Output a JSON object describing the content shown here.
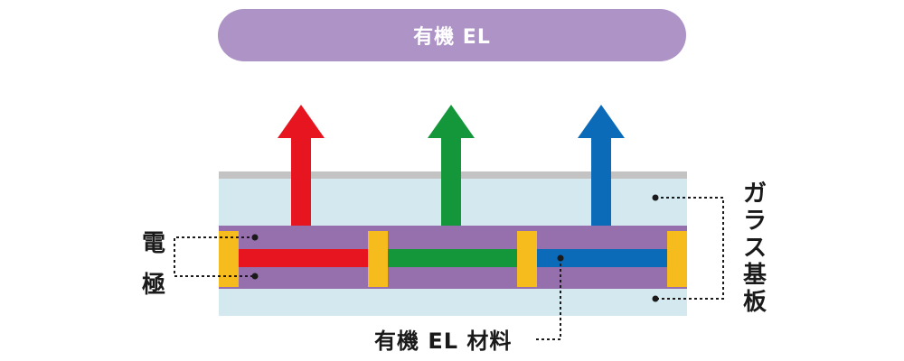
{
  "title": "有機 EL",
  "labels": {
    "electrode_1": "電",
    "electrode_2": "極",
    "glass_1": "ガ",
    "glass_2": "ラ",
    "glass_3": "ス",
    "glass_4": "基",
    "glass_5": "板",
    "material": "有機 EL 材料"
  },
  "colors": {
    "title_pill": "#ad93c6",
    "glass": "#d4e9ef",
    "glass_edge": "#c3c3c3",
    "organic_layer": "#9570ac",
    "electrode": "#f6bc1e",
    "red": "#e6151f",
    "green": "#13973a",
    "blue": "#0b6bb8",
    "leader_line": "#1a1a1a"
  },
  "emitters": [
    {
      "name": "red-emitter",
      "color_key": "red"
    },
    {
      "name": "green-emitter",
      "color_key": "green"
    },
    {
      "name": "blue-emitter",
      "color_key": "blue"
    }
  ]
}
